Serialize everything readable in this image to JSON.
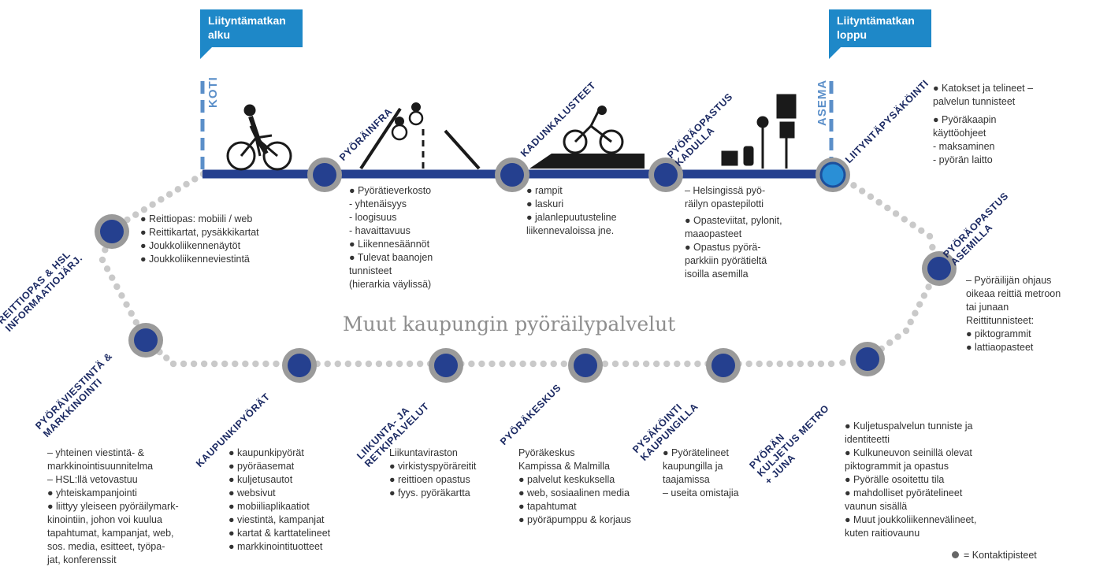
{
  "callouts": {
    "start": "Liityntämatkan alku",
    "end": "Liityntämatkan loppu"
  },
  "vertical_labels": {
    "home": "KOTI",
    "station": "ASEMA"
  },
  "title": "Muut kaupungin pyöräilypalvelut",
  "legend": "= Kontaktipisteet",
  "nodes": {
    "journey_planner": "REITTIOPAS & HSL INFORMAATIOJÄRJ.",
    "bike_infra": "PYÖRÄINFRA",
    "street_furniture": "KADUNKALUSTEET",
    "street_wayfinding": "PYÖRÄOPASTUS KADULLA",
    "park_and_ride": "LIITYNTÄPYSÄKÖINTI",
    "station_wayfinding": "PYÖRÄOPASTUS ASEMILLA",
    "communication": "PYÖRÄVIESTINTÄ & MARKKINOINTI",
    "city_bikes": "KAUPUNKIPYÖRÄT",
    "sport_outdoor": "LIIKUNTA- JA RETKIPALVELUT",
    "bike_centre": "PYÖRÄKESKUS",
    "city_parking": "PYSÄKÖINTI KAUPUNGILLA",
    "transport": "PYÖRÄN KULJETUS METRO + JUNA"
  },
  "texts": {
    "journey_planner": [
      "● Reittiopas: mobiili / web",
      "● Reittikartat, pysäkkikartat",
      "● Joukkoliikennenäytöt",
      "● Joukkoliikenneviestintä"
    ],
    "bike_infra": [
      "● Pyörätieverkosto",
      "   - yhtenäisyys",
      "   - loogisuus",
      "   - havaittavuus",
      "● Liikennesäännöt",
      "● Tulevat baanojen",
      "   tunnisteet",
      "   (hierarkia väylissä)"
    ],
    "street_furniture": [
      "● rampit",
      "● laskuri",
      "● jalanlepuutusteline",
      "   liikennevaloissa jne."
    ],
    "street_wayfinding": [
      "– Helsingissä pyö-",
      "räilyn opastepilotti",
      "● Opasteviitat, pylonit,",
      "   maaopasteet",
      "● Opastus pyörä-",
      "   parkkiin pyörätieltä",
      "   isoilla asemilla"
    ],
    "park_and_ride": [
      "● Katokset ja telineet –",
      "   palvelun tunnisteet",
      "● Pyöräkaapin",
      "   käyttöohjeet",
      "   - maksaminen",
      "   - pyörän laitto"
    ],
    "station_wayfinding": [
      "– Pyöräilijän ohjaus",
      "oikeaa reittiä metroon",
      "tai junaan",
      "Reittitunnisteet:",
      "● piktogrammit",
      "● lattiaopasteet"
    ],
    "communication": [
      "– yhteinen viestintä- &",
      "markkinointisuunnitelma",
      "– HSL:llä vetovastuu",
      "● yhteiskampanjointi",
      "● liittyy yleiseen pyöräilymark-",
      "   kinointiin, johon voi kuulua",
      "   tapahtumat, kampanjat, web,",
      "   sos. media, esitteet, työpa-",
      "   jat, konferenssit"
    ],
    "city_bikes": [
      "● kaupunkipyörät",
      "● pyöräasemat",
      "● kuljetusautot",
      "● websivut",
      "● mobiiliaplikaatiot",
      "● viestintä, kampanjat",
      "● kartat & karttatelineet",
      "● markkinointituotteet"
    ],
    "sport_outdoor": [
      "Liikuntaviraston",
      "● virkistyspyöräreitit",
      "● reittioen opastus",
      "● fyys. pyöräkartta"
    ],
    "bike_centre": [
      "Pyöräkeskus",
      "Kampissa & Malmilla",
      "● palvelut keskuksella",
      "● web, sosiaalinen media",
      "● tapahtumat",
      "● pyöräpumppu & korjaus"
    ],
    "city_parking": [
      "● Pyörätelineet",
      "   kaupungilla ja",
      "   taajamissa",
      "   – useita omistajia"
    ],
    "transport": [
      "● Kuljetuspalvelun tunniste ja",
      "   identiteetti",
      "● Kulkuneuvon seinillä olevat",
      "   piktogrammit ja  opastus",
      "● Pyörälle osoitettu tila",
      "● mahdolliset pyörätelineet",
      "   vaunun sisällä",
      "● Muut joukkoliikennevälineet,",
      "   kuten raitiovaunu"
    ]
  },
  "colors": {
    "node_fill": "#25408f",
    "node_ring": "#9a9a9a",
    "end_node_fill": "#2a8fd6",
    "main_line": "#25408f",
    "dots": "#c9c9c9",
    "callout": "#1e88c8",
    "vertical_label": "#5b8fc9",
    "title": "#8e8e8e"
  }
}
